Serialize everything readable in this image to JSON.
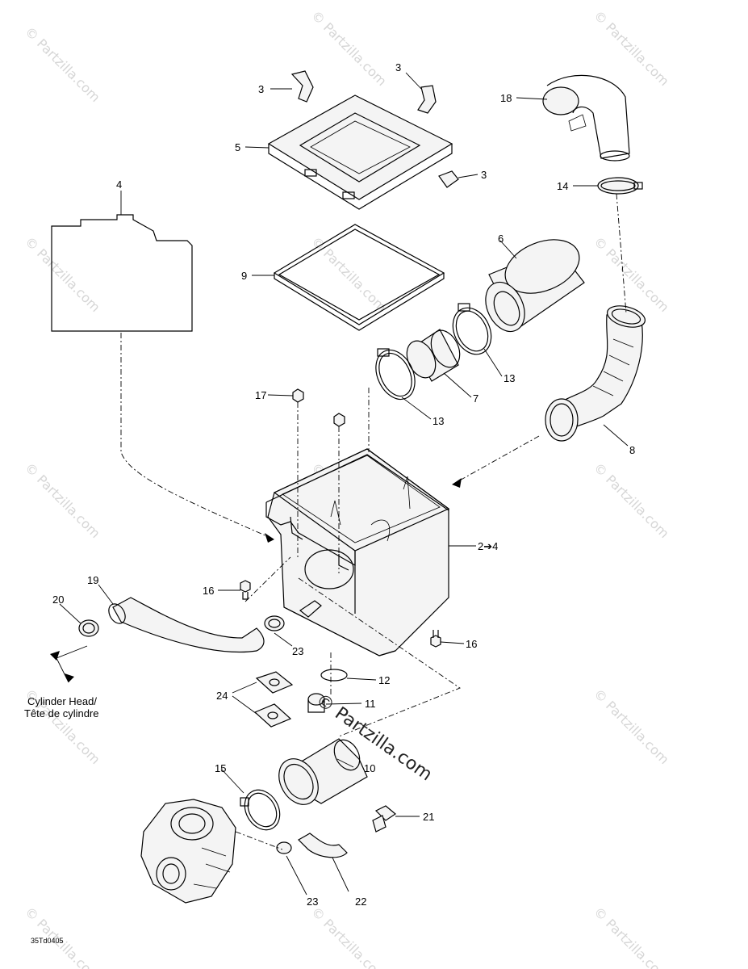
{
  "callouts": {
    "c3a": "3",
    "c3b": "3",
    "c3c": "3",
    "c5": "5",
    "c4": "4",
    "c9": "9",
    "c6": "6",
    "c18": "18",
    "c14": "14",
    "c13a": "13",
    "c13b": "13",
    "c7": "7",
    "c17": "17",
    "c8": "8",
    "c2to4": "2➔4",
    "c16a": "16",
    "c16b": "16",
    "c19": "19",
    "c20": "20",
    "c23a": "23",
    "c12": "12",
    "c24": "24",
    "c11": "11",
    "c15": "15",
    "c10": "10",
    "c21": "21",
    "c23b": "23",
    "c22": "22"
  },
  "notes": {
    "cylinder_head_line1": "Cylinder Head/",
    "cylinder_head_line2": "Tête de cylindre"
  },
  "drawing_code": "35Td0405",
  "watermark": {
    "text": "© Partzilla.com",
    "center_text": "Partzilla.com"
  }
}
